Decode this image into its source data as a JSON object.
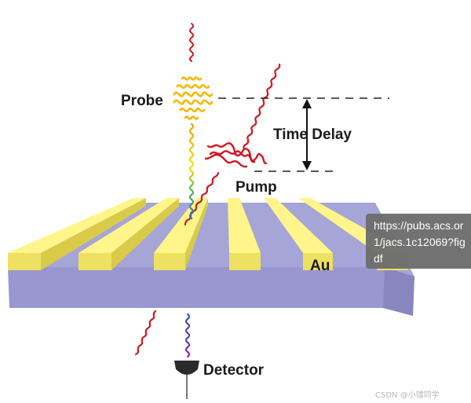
{
  "labels": {
    "probe": "Probe",
    "time_delay": "Time Delay",
    "pump": "Pump",
    "au": "Au",
    "detector": "Detector"
  },
  "tooltip": {
    "line1": "https://pubs.acs.or",
    "line2": "1/jacs.1c12069?fig",
    "line3": "df"
  },
  "watermark": "CSDN @小镭同学",
  "colors": {
    "substrate_top": "#a4a3d6",
    "substrate_front": "#9897cf",
    "gold_top": "#fff58a",
    "gold_side": "#eee060",
    "gold_shade": "#d9cb48",
    "pump_beam": "#d4161e",
    "probe_packet": "#f5b800",
    "tooltip_bg": "#6e6e6e"
  },
  "icons": [
    "detector-icon"
  ]
}
